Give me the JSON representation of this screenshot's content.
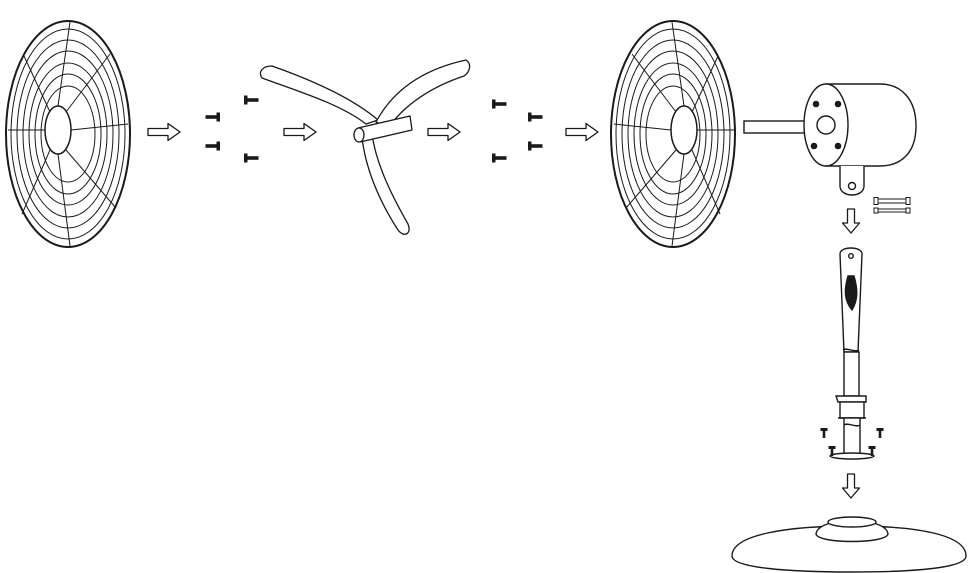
{
  "diagram": {
    "style": "black line-art assembly diagram",
    "colors": {
      "ink": "#1a1a1a",
      "background": "#ffffff"
    },
    "steps": [
      {
        "part": "rear-grill"
      },
      {
        "part": "screws-pair-set"
      },
      {
        "part": "three-blade-propeller"
      },
      {
        "part": "screws-pair-set"
      },
      {
        "part": "front-grill"
      },
      {
        "part": "motor-housing-with-shaft"
      },
      {
        "part": "pin-and-bolt-set"
      },
      {
        "part": "telescopic-pole-with-screws"
      },
      {
        "part": "round-base"
      }
    ],
    "arrows": [
      "arrow-right-1",
      "arrow-right-2",
      "arrow-right-3",
      "arrow-right-4",
      "arrow-down-1",
      "arrow-down-2"
    ]
  }
}
